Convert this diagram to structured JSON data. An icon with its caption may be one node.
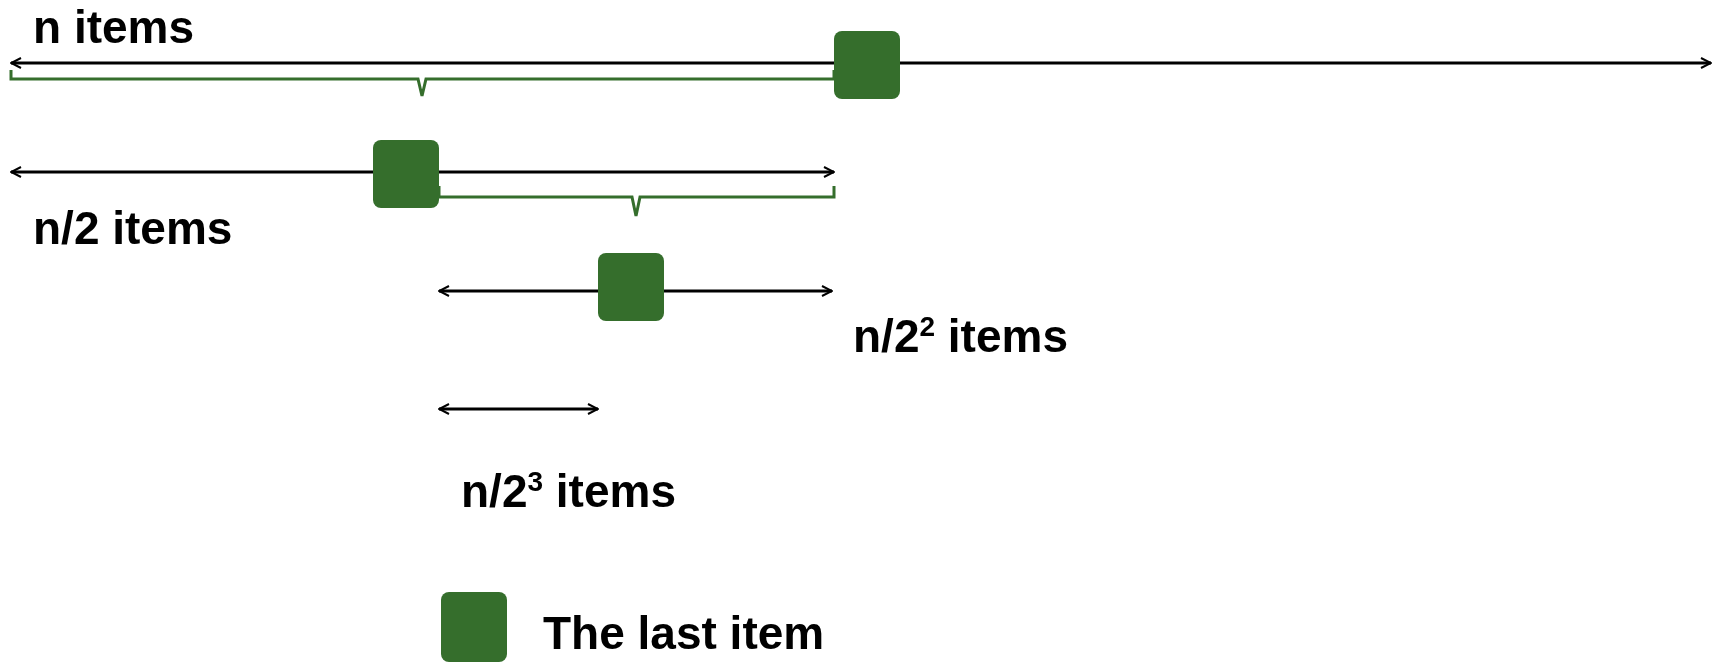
{
  "diagram": {
    "labels": [
      "n items",
      "n/2 items",
      "n/2$^{2}$ items",
      "n/2$^{3}$ items"
    ],
    "legend": [
      {
        "text": "The last item",
        "color": "#356e2c"
      }
    ]
  }
}
